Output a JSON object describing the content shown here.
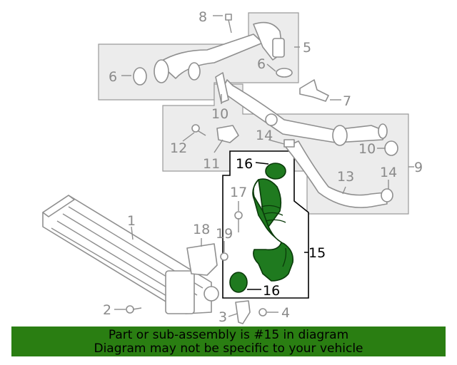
{
  "callouts": {
    "c1": "1",
    "c2": "2",
    "c3": "3",
    "c4": "4",
    "c5": "5",
    "c6a": "6",
    "c6b": "6",
    "c7": "7",
    "c8": "8",
    "c9": "9",
    "c10a": "10",
    "c10b": "10",
    "c11": "11",
    "c12": "12",
    "c13": "13",
    "c14a": "14",
    "c14b": "14",
    "c15": "15",
    "c16a": "16",
    "c16b": "16",
    "c17": "17",
    "c18": "18",
    "c19": "19"
  },
  "highlight": {
    "part_number": "15",
    "hose_color": "#1f7a1f"
  },
  "banner": {
    "line1": "Part or sub-assembly is #15 in diagram",
    "line2": "Diagram may not be specific to your vehicle",
    "background": "#2a7e12"
  }
}
